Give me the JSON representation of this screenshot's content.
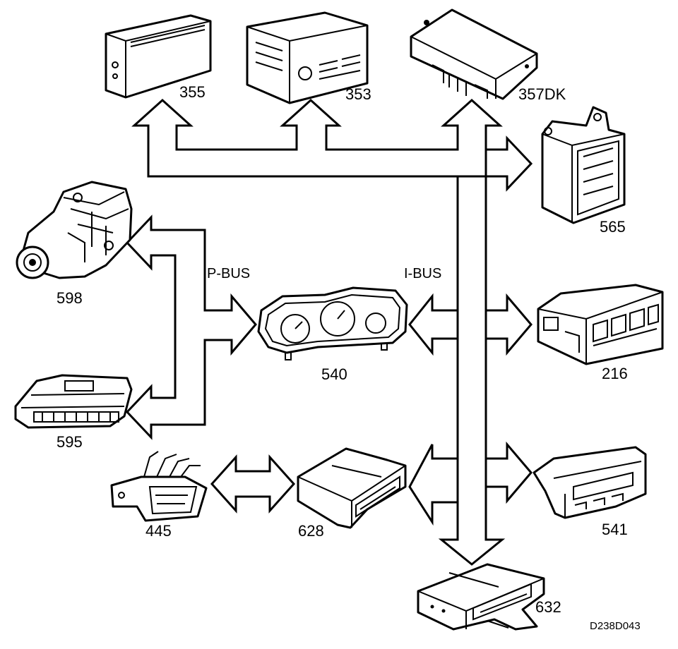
{
  "modules": [
    {
      "id": "355",
      "label": "355"
    },
    {
      "id": "353",
      "label": "353"
    },
    {
      "id": "357DK",
      "label": "357DK"
    },
    {
      "id": "565",
      "label": "565"
    },
    {
      "id": "598",
      "label": "598"
    },
    {
      "id": "540",
      "label": "540"
    },
    {
      "id": "216",
      "label": "216"
    },
    {
      "id": "595",
      "label": "595"
    },
    {
      "id": "445",
      "label": "445"
    },
    {
      "id": "628",
      "label": "628"
    },
    {
      "id": "541",
      "label": "541"
    },
    {
      "id": "632",
      "label": "632"
    }
  ],
  "buses": {
    "p_bus": "P-BUS",
    "i_bus": "I-BUS"
  },
  "reference_code": "D238D043"
}
